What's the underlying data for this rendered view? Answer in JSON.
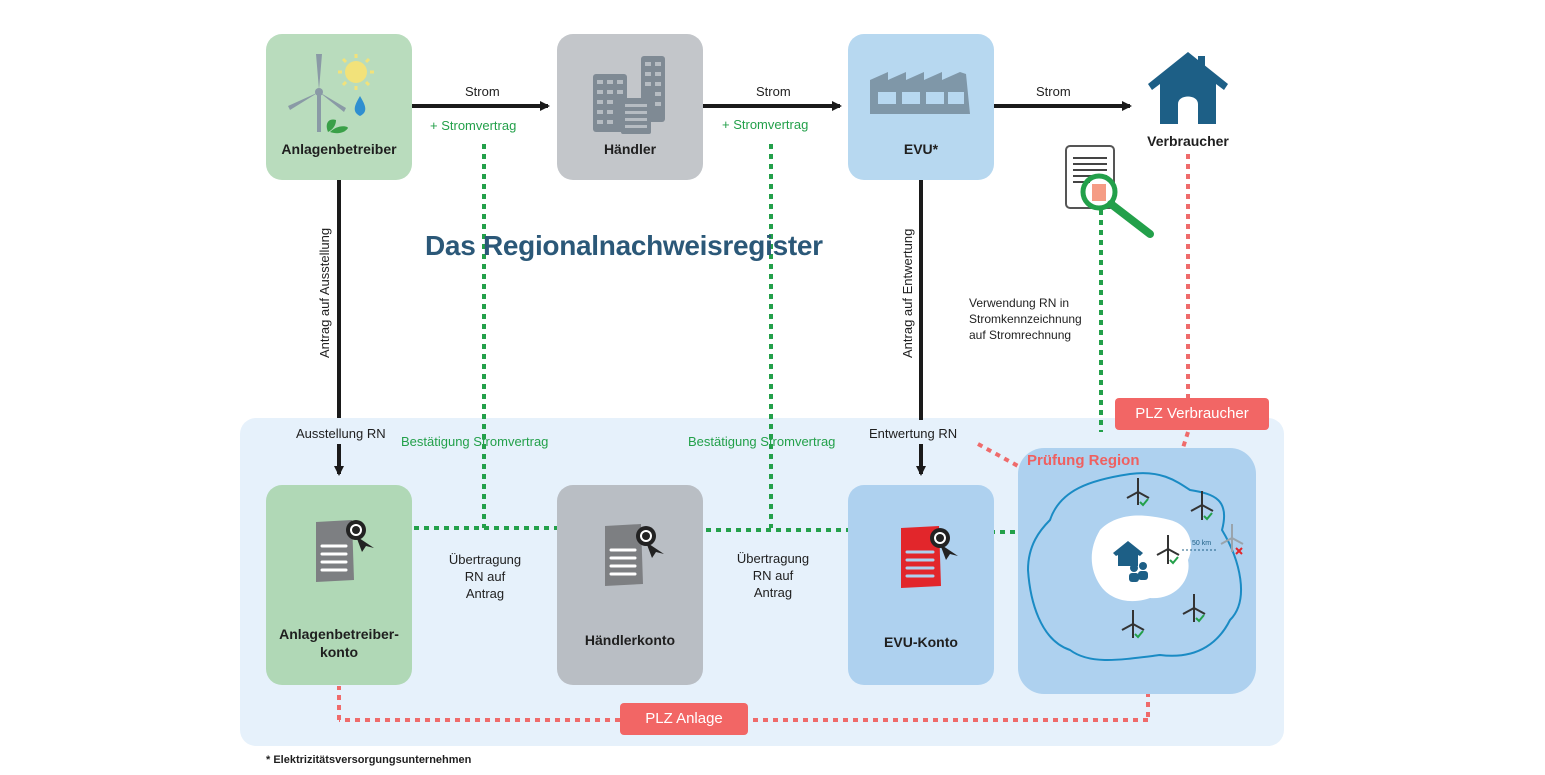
{
  "title": "Das Regionalnachweisregister",
  "actors": {
    "anlagenbetreiber": "Anlagenbetreiber",
    "haendler": "Händler",
    "evu": "EVU*",
    "verbraucher": "Verbraucher"
  },
  "flows_top": {
    "strom_1": "Strom",
    "strom_2": "Strom",
    "strom_3": "Strom",
    "vertrag_1": "+ Stromvertrag",
    "vertrag_2": "+ Stromvertrag"
  },
  "vertical_labels": {
    "antrag_ausstellung": "Antrag auf Ausstellung",
    "antrag_entwertung": "Antrag auf Entwertung"
  },
  "usage_note": {
    "line1": "Verwendung  RN  in",
    "line2": "Stromkennzeichnung",
    "line3": "auf Stromrechnung"
  },
  "register": {
    "ausstellung": "Ausstellung RN",
    "bestaetigung_1": "Bestätigung Stromvertrag",
    "bestaetigung_2": "Bestätigung Stromvertrag",
    "entwertung": "Entwertung RN",
    "transfer_1": {
      "line1": "Übertragung",
      "line2": "RN  auf",
      "line3": "Antrag"
    },
    "transfer_2": {
      "line1": "Übertragung",
      "line2": "RN  auf",
      "line3": "Antrag"
    },
    "accounts": {
      "anlagenbetreiber_line1": "Anlagenbetreiber-",
      "anlagenbetreiber_line2": "konto",
      "haendler": "Händlerkonto",
      "evu": "EVU-Konto"
    },
    "region_check": "Prüfung Region",
    "distance": "50 km",
    "plz_verbraucher": "PLZ Verbraucher",
    "plz_anlage": "PLZ Anlage"
  },
  "footnote": "* Elektrizitätsversorgungsunternehmen",
  "colors": {
    "green_dash": "#23a04a",
    "red_dash": "#ef6b6b",
    "title_blue": "#2b5878",
    "house_blue": "#1d5f86"
  }
}
